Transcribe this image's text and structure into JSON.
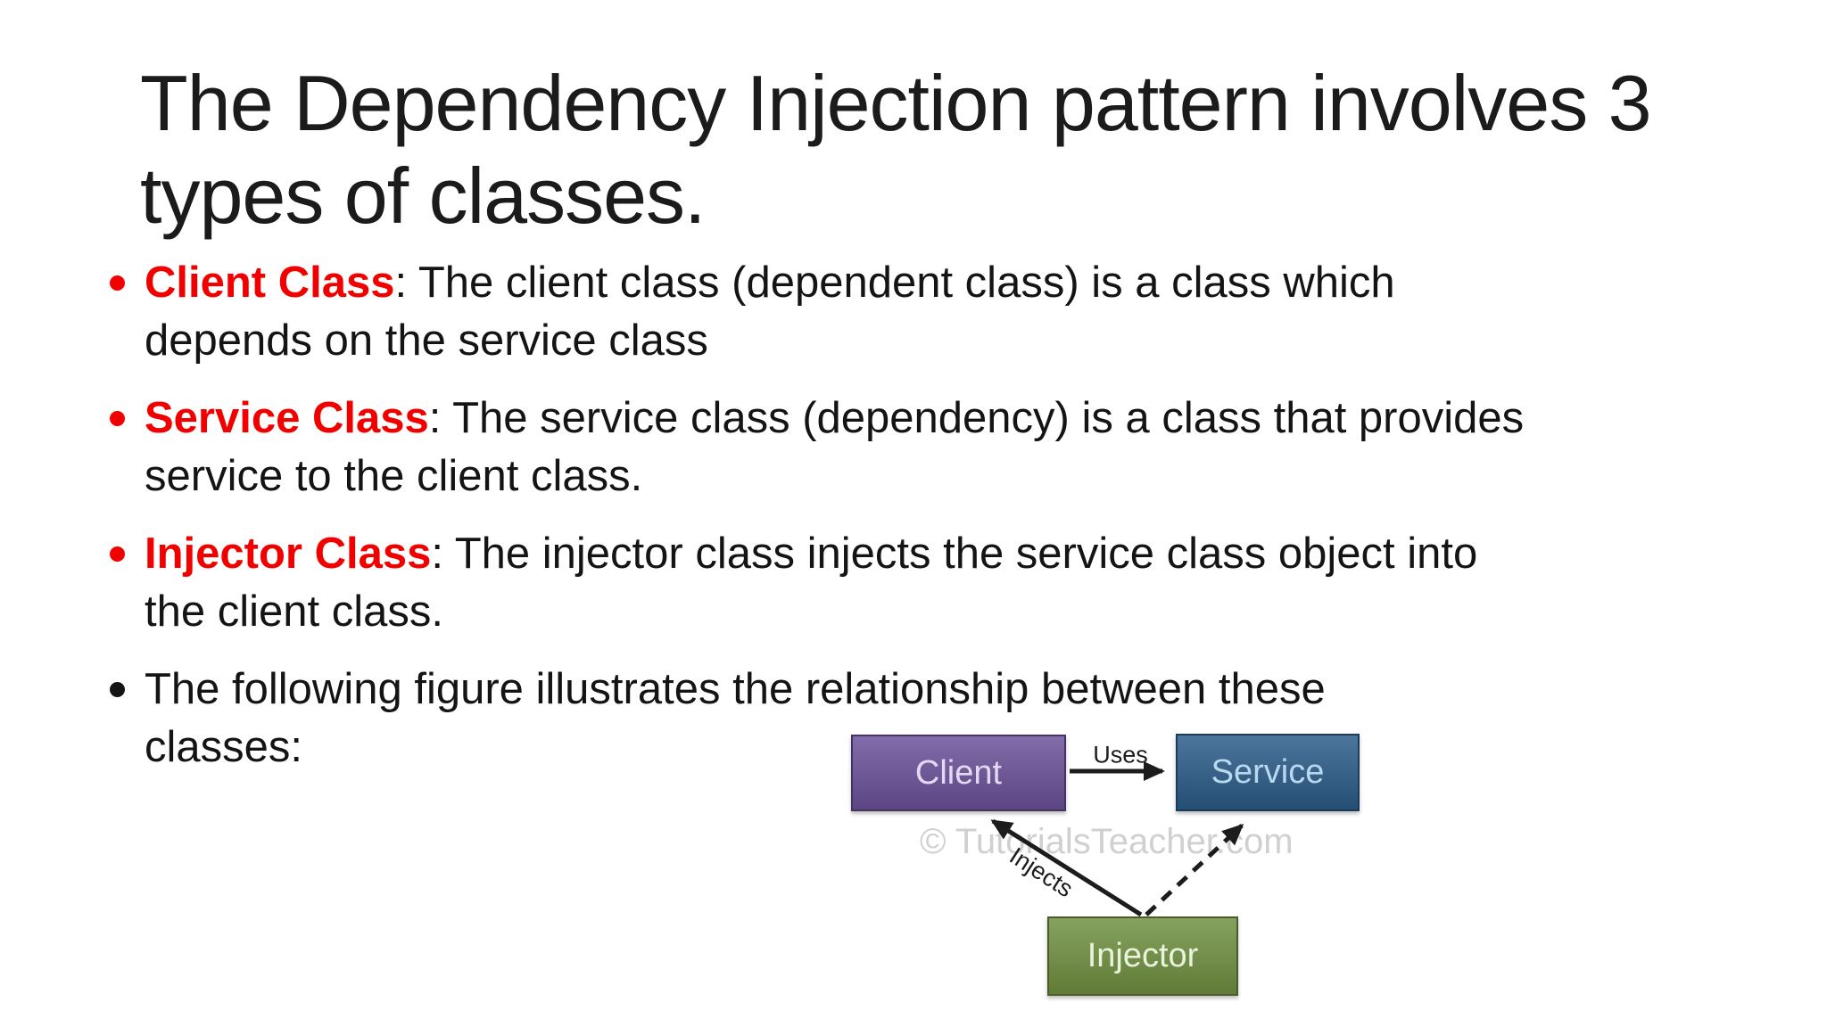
{
  "slide": {
    "title_lines": [
      "The Dependency Injection pattern involves 3",
      "types of classes."
    ],
    "accent_red": "#f20000",
    "text_color": "#141414"
  },
  "bullets": [
    {
      "lead": "Client Class",
      "sep": ": ",
      "line1": "The client class (dependent class) is a class which",
      "line2": "depends on the service class"
    },
    {
      "lead": "Service Class",
      "sep": ": ",
      "line1": "The service class (dependency) is a class that provides",
      "line2": "service to the client class."
    },
    {
      "lead": "Injector Class",
      "sep": ": ",
      "line1": "The injector class injects the service class object into",
      "line2": "the client class."
    },
    {
      "lead": "",
      "sep": "",
      "line1": "The following figure illustrates the relationship between these",
      "line2": "classes:"
    }
  ],
  "diagram": {
    "client": {
      "label": "Client",
      "color": "#6a5199"
    },
    "service": {
      "label": "Service",
      "color": "#2b5b88"
    },
    "injector": {
      "label": "Injector",
      "color": "#6f9040"
    },
    "uses_label": "Uses",
    "injects_label": "Injects",
    "watermark": "© TutorialsTeacher.com",
    "arrow_color": "#1c1c1c"
  }
}
